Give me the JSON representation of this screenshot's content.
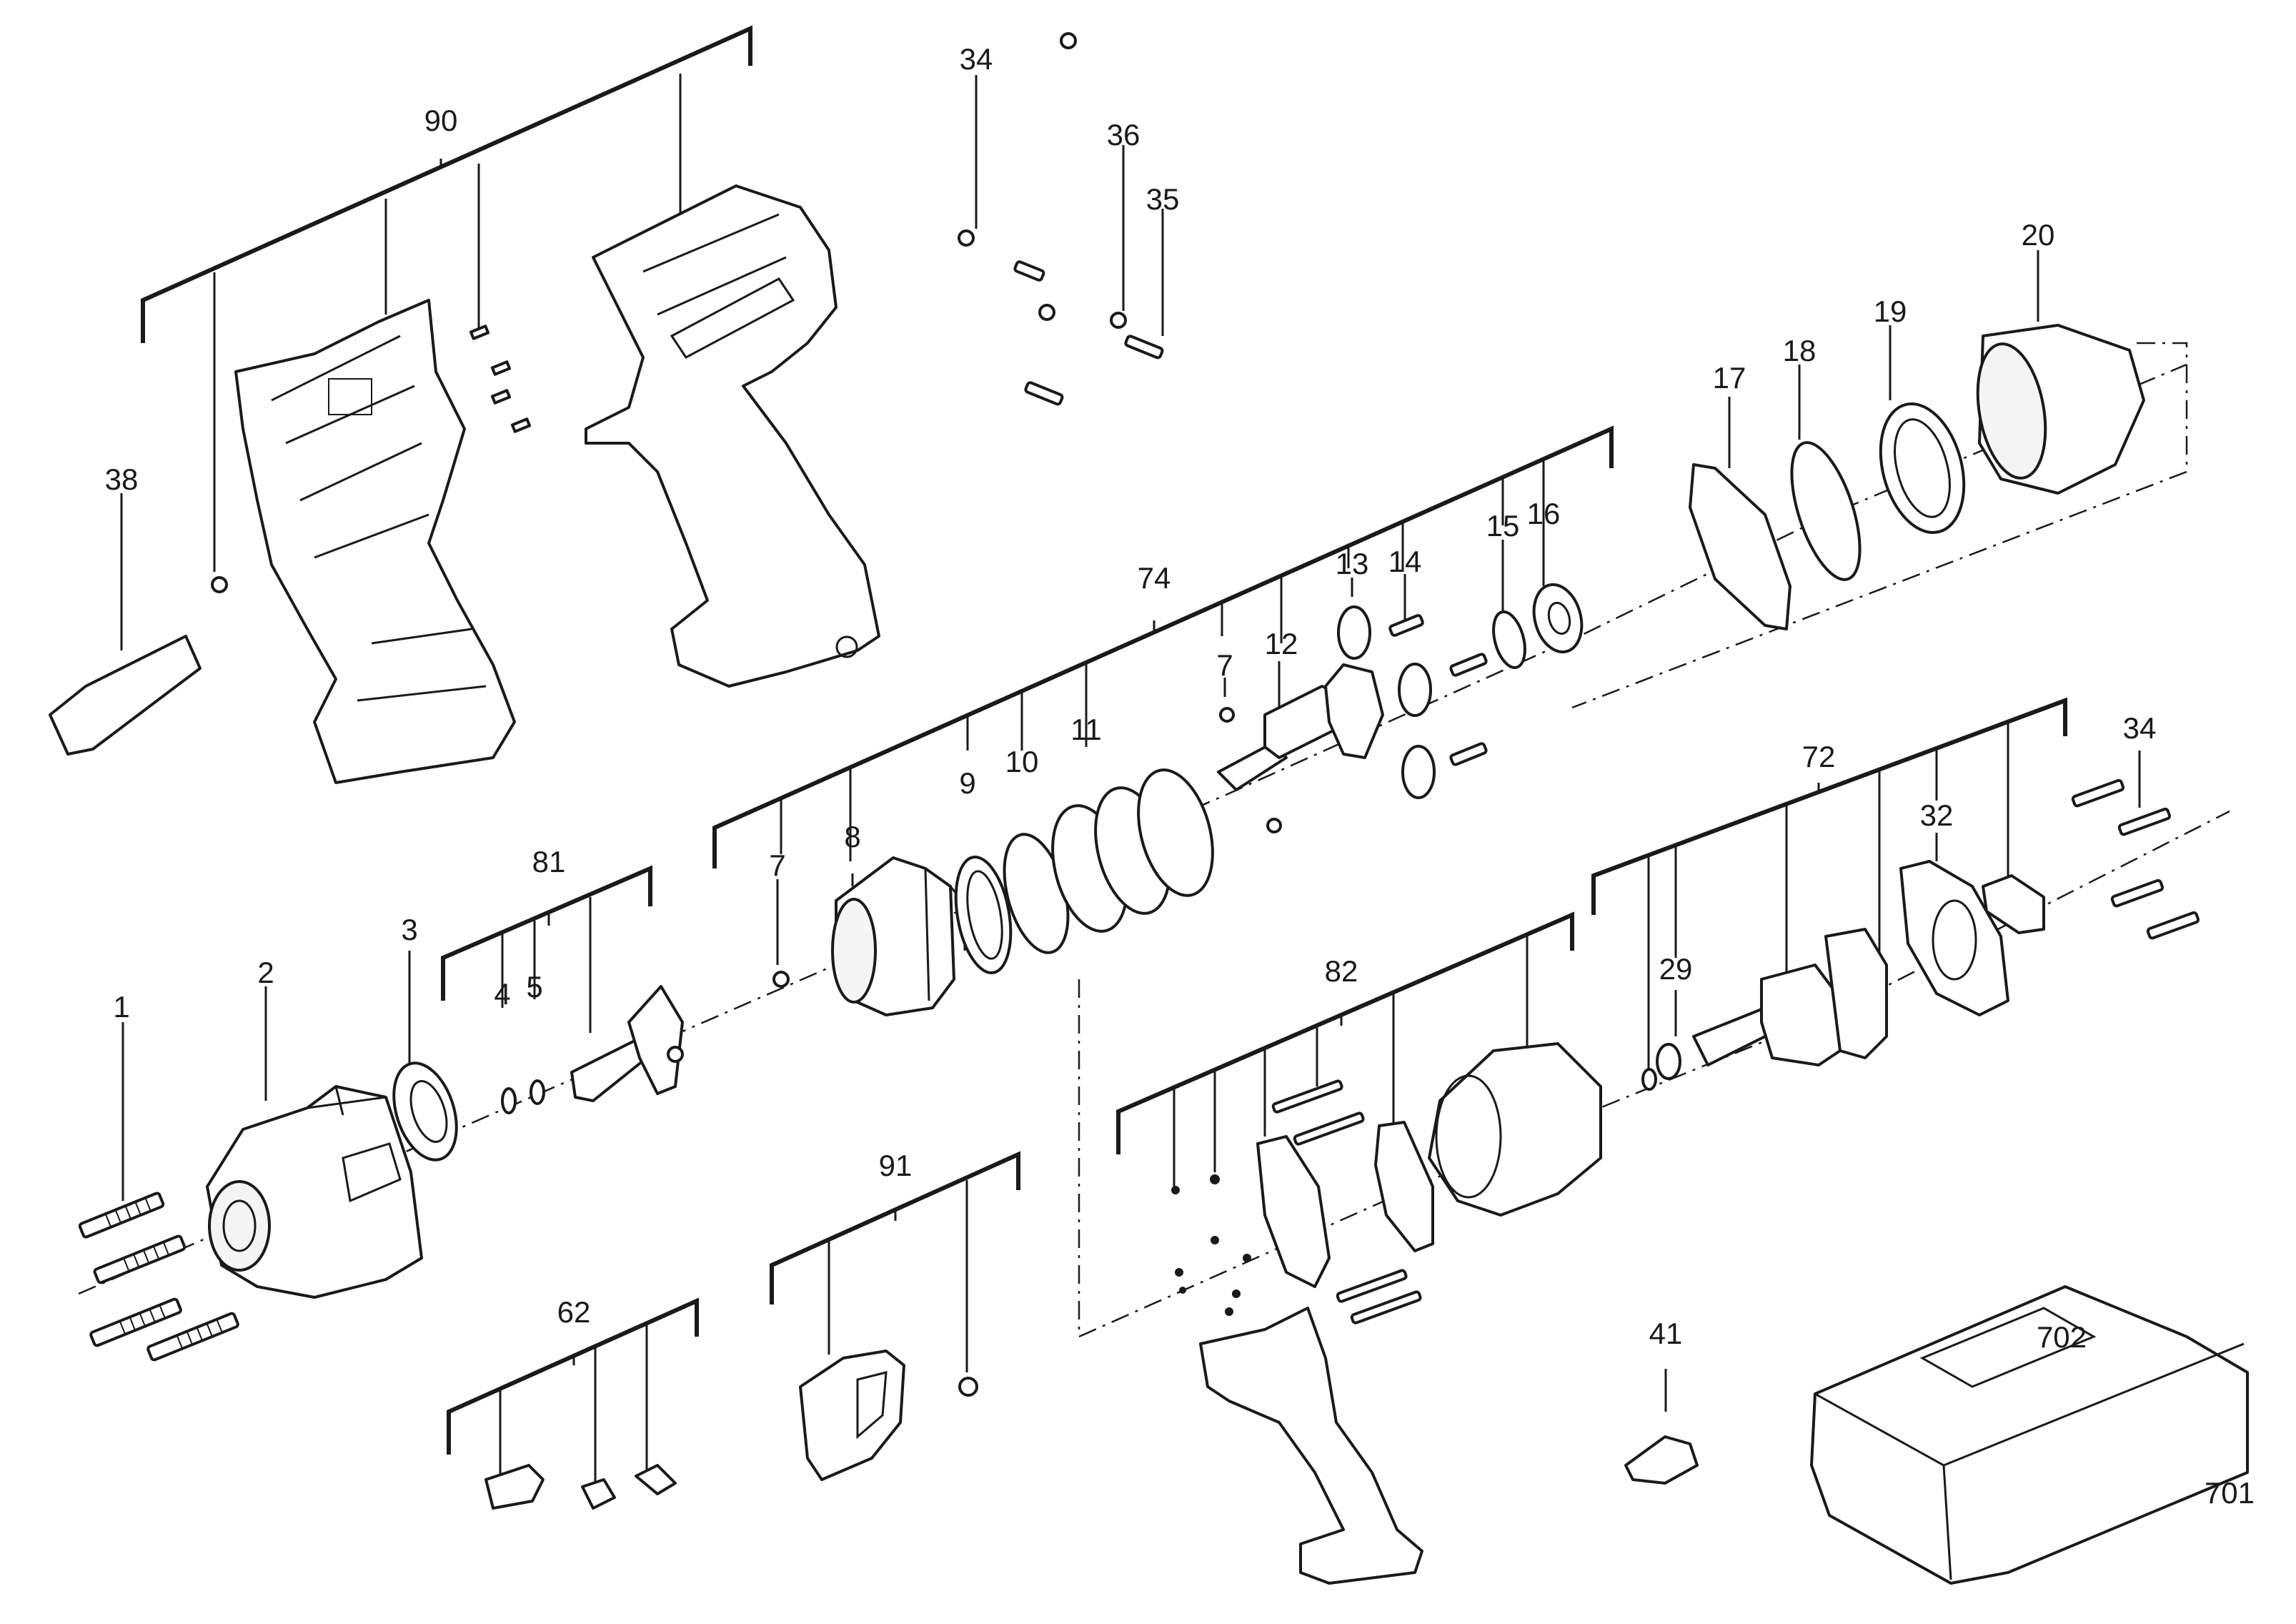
{
  "callouts": {
    "p1": "1",
    "p2": "2",
    "p3": "3",
    "p4": "4",
    "p5": "5",
    "p7a": "7",
    "p7b": "7",
    "p8": "8",
    "p9": "9",
    "p10": "10",
    "p11": "11",
    "p12": "12",
    "p13": "13",
    "p14": "14",
    "p15": "15",
    "p16": "16",
    "p17": "17",
    "p18": "18",
    "p19": "19",
    "p20": "20",
    "p29": "29",
    "p32": "32",
    "p34a": "34",
    "p34b": "34",
    "p35": "35",
    "p36": "36",
    "p38": "38",
    "p41": "41",
    "p62": "62",
    "p72": "72",
    "p74": "74",
    "p81": "81",
    "p82": "82",
    "p90": "90",
    "p91": "91",
    "p701": "701",
    "p702": "702"
  }
}
